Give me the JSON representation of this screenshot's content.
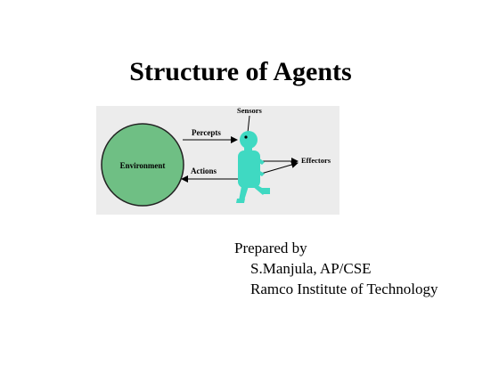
{
  "slide": {
    "title": "Structure of Agents"
  },
  "diagram": {
    "environment_label": "Environment",
    "percepts_label": "Percepts",
    "actions_label": "Actions",
    "sensors_label": "Sensors",
    "effectors_label": "Effectors",
    "colors": {
      "environment_fill": "#6fbf84",
      "agent_fill": "#3fd9c2",
      "panel_bg": "#ececec"
    }
  },
  "credits": {
    "line1": "Prepared by",
    "line2": "S.Manjula, AP/CSE",
    "line3": "Ramco Institute of Technology"
  }
}
